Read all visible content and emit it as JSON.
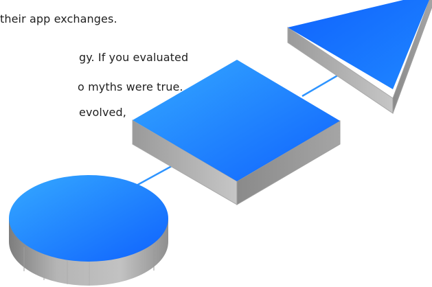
{
  "article": {
    "paragraph_1_lines": [
      "their app exchanges."
    ],
    "paragraph_2_lines": [
      "gy. If you evaluated",
      "o myths were true.",
      "evolved,"
    ]
  },
  "illustration": {
    "shapes": [
      "cylinder",
      "square-slab",
      "triangle-slab"
    ],
    "colors": {
      "top_light": "#35a9ff",
      "top_mid": "#1a8cff",
      "top_dark": "#0f62fe",
      "side_light": "#b8b8b8",
      "side_dark": "#8d8d8d",
      "connector": "#2e94ff"
    }
  }
}
